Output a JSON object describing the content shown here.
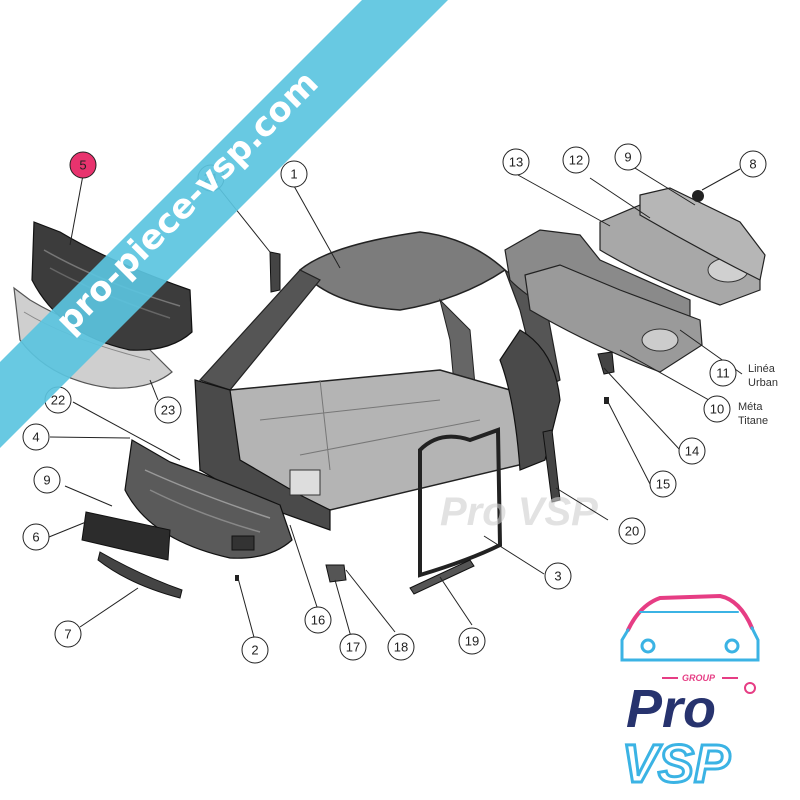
{
  "callouts": [
    {
      "id": "c1",
      "label": "1",
      "highlight": false
    },
    {
      "id": "c2",
      "label": "2",
      "highlight": false
    },
    {
      "id": "c3",
      "label": "3",
      "highlight": false
    },
    {
      "id": "c4",
      "label": "4",
      "highlight": false
    },
    {
      "id": "c5",
      "label": "5",
      "highlight": true
    },
    {
      "id": "c6",
      "label": "6",
      "highlight": false
    },
    {
      "id": "c7",
      "label": "7",
      "highlight": false
    },
    {
      "id": "c8",
      "label": "8",
      "highlight": false
    },
    {
      "id": "c9a",
      "label": "9",
      "highlight": false
    },
    {
      "id": "c9b",
      "label": "9",
      "highlight": false
    },
    {
      "id": "c10",
      "label": "10",
      "highlight": false
    },
    {
      "id": "c11",
      "label": "11",
      "highlight": false
    },
    {
      "id": "c12",
      "label": "12",
      "highlight": false
    },
    {
      "id": "c13",
      "label": "13",
      "highlight": false
    },
    {
      "id": "c14",
      "label": "14",
      "highlight": false
    },
    {
      "id": "c15",
      "label": "15",
      "highlight": false
    },
    {
      "id": "c16",
      "label": "16",
      "highlight": false
    },
    {
      "id": "c17",
      "label": "17",
      "highlight": false
    },
    {
      "id": "c18",
      "label": "18",
      "highlight": false
    },
    {
      "id": "c19",
      "label": "19",
      "highlight": false
    },
    {
      "id": "c20",
      "label": "20",
      "highlight": false
    },
    {
      "id": "c21",
      "label": "21",
      "highlight": false
    },
    {
      "id": "c22",
      "label": "22",
      "highlight": false
    },
    {
      "id": "c23",
      "label": "23",
      "highlight": false
    }
  ],
  "variants": {
    "line_11_a": "Linéa",
    "line_11_b": "Urban",
    "line_10_a": "Méta",
    "line_10_b": "Titane"
  },
  "banner": {
    "text": "pro-piece-vsp.com",
    "color": "#5bc4e0"
  },
  "watermark": {
    "text": "Pro VSP"
  },
  "logo": {
    "group": "GROUP",
    "pro": "Pro",
    "vsp": "VSP",
    "accent": "#e63d84",
    "navy": "#27336e",
    "cyan": "#3bb3e4"
  },
  "colors": {
    "highlight": "#e8336e",
    "line": "#222222",
    "part_dark": "#3a3a3a",
    "part_mid": "#8a8a8a",
    "part_light": "#d8d8d8"
  }
}
